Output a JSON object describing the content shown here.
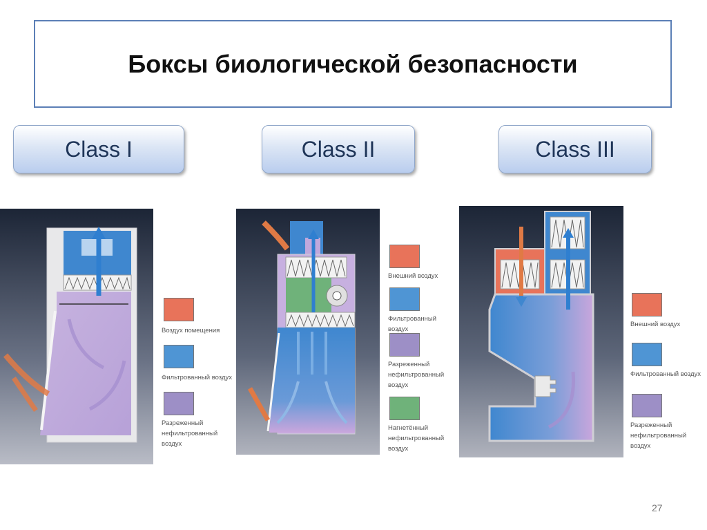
{
  "title": "Боксы биологической безопасности",
  "classes": [
    {
      "label": "Class I"
    },
    {
      "label": "Class II"
    },
    {
      "label": "Class III"
    }
  ],
  "legends": {
    "class1": [
      "Воздух помещения",
      "Фильтрованный воздух",
      "Разреженный нефильтрованный воздух"
    ],
    "class2": [
      "Внешний воздух",
      "Фильтрованный воздух",
      "Разреженный нефильтрованный воздух",
      "Нагнетённый нефильтрованный воздух"
    ],
    "class3": [
      "Внешний воздух",
      "Фильтрованный воздух",
      "Разреженный нефильтрованный воздух"
    ]
  },
  "colors": {
    "outside_air": "#e8735a",
    "filtered_air": "#4f95d4",
    "rarefied_air": "#9d8fc6",
    "pressurized_air": "#6fb27a"
  },
  "page_number": "27"
}
